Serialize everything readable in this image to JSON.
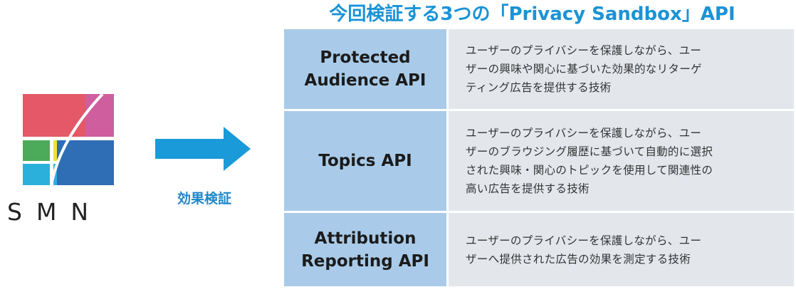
{
  "logo": {
    "text": "SMN",
    "colors": {
      "red": "#e45867",
      "pink": "#cf5e9f",
      "green": "#4caa5b",
      "yellow": "#f2e033",
      "cyan": "#2bb0db",
      "blue": "#2f6db4"
    }
  },
  "arrow": {
    "label": "効果検証",
    "color": "#1a9ad8"
  },
  "title": "今回検証する3つの「Privacy Sandbox」API",
  "apis": [
    {
      "name": "Protected\nAudience API",
      "description": "ユーザーのプライバシーを保護しながら、ユー\nザーの興味や関心に基づいた効果的なリターゲ\nティング広告を提供する技術"
    },
    {
      "name": "Topics API",
      "description": "ユーザーのプライバシーを保護しながら、ユー\nザーのブラウジング履歴に基づいて自動的に選択\nされた興味・関心のトピックを使用して関連性の\n高い広告を提供する技術"
    },
    {
      "name": "Attribution\nReporting API",
      "description": "ユーザーのプライバシーを保護しながら、ユー\nザーへ提供された広告の効果を測定する技術"
    }
  ],
  "colors": {
    "title": "#1a93d6",
    "name_cell": "#a9cbe9",
    "desc_cell": "#e3e7ec"
  }
}
